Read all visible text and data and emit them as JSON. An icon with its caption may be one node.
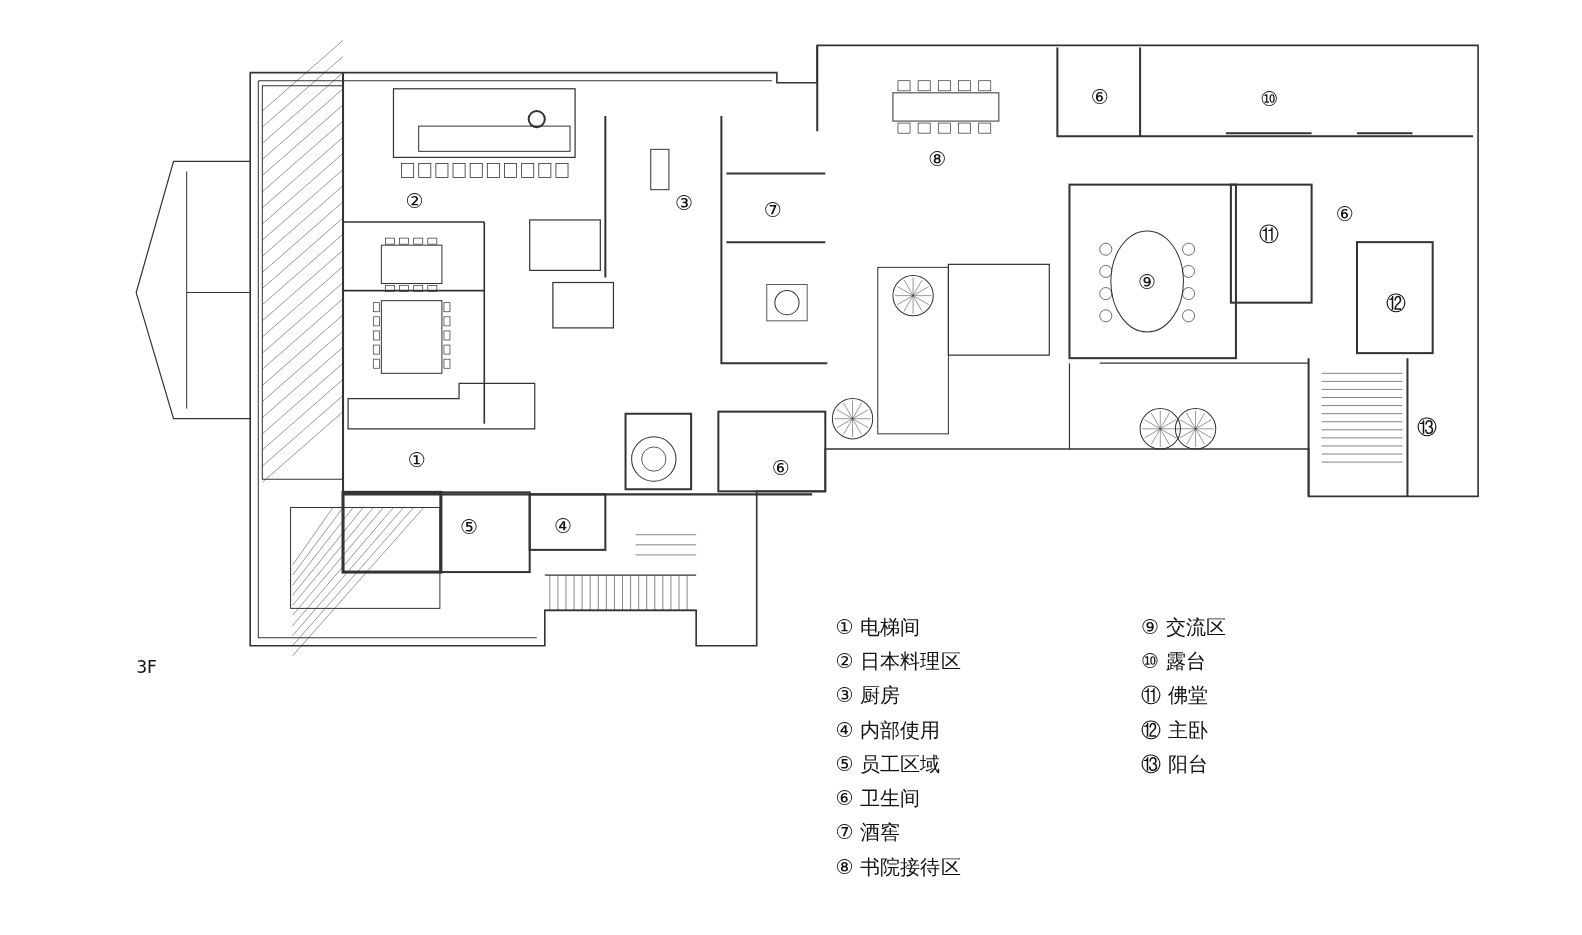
{
  "diagram": {
    "labels": [
      "⑥",
      "⑩",
      "⑧",
      "②",
      "③",
      "⑦",
      "⑥",
      "⑪",
      "⑨",
      "⑫",
      "⑬",
      "①",
      "⑥",
      "⑤",
      "④",
      "3F",
      "① 电梯间",
      "⑨ 交流区",
      "② 日本料理区",
      "⑩ 露台",
      "③ 厨房",
      "⑪ 佛堂",
      "④ 内部使用",
      "⑫ 主卧",
      "⑤ 员工区域",
      "⑬ 阳台",
      "⑥ 卫生间",
      "⑦ 酒窖",
      "⑧ 书院接待区"
    ]
  }
}
